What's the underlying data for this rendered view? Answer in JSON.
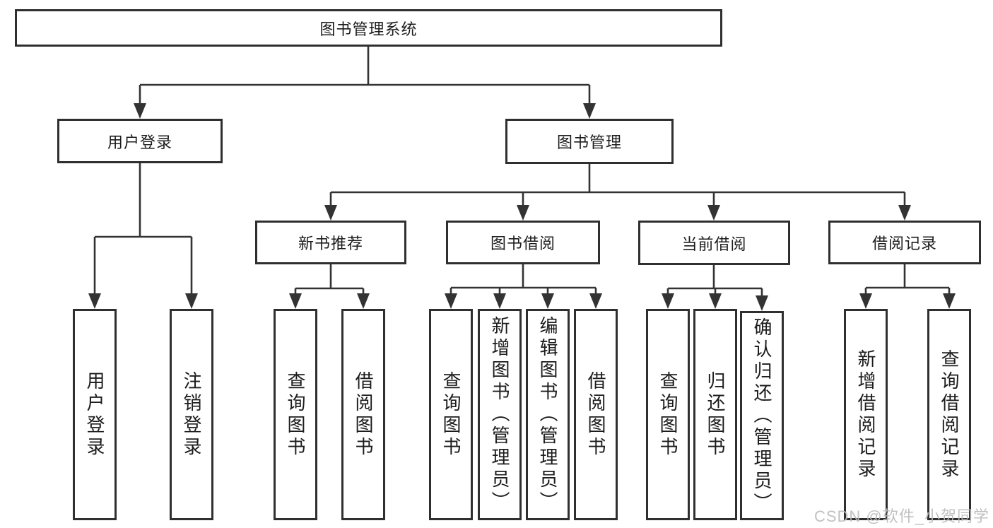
{
  "diagram": {
    "root": {
      "label": "图书管理系统"
    },
    "branches": [
      {
        "label": "用户登录",
        "children": [
          {
            "label": "用户登录"
          },
          {
            "label": "注销登录"
          }
        ]
      },
      {
        "label": "图书管理",
        "children": [
          {
            "label": "新书推荐",
            "children": [
              {
                "label": "查询图书"
              },
              {
                "label": "借阅图书"
              }
            ]
          },
          {
            "label": "图书借阅",
            "children": [
              {
                "label": "查询图书"
              },
              {
                "label": "新增图书（管理员）"
              },
              {
                "label": "编辑图书（管理员）"
              },
              {
                "label": "借阅图书"
              }
            ]
          },
          {
            "label": "当前借阅",
            "children": [
              {
                "label": "查询图书"
              },
              {
                "label": "归还图书"
              },
              {
                "label": "确认归还（管理员）"
              }
            ]
          },
          {
            "label": "借阅记录",
            "children": [
              {
                "label": "新增借阅记录"
              },
              {
                "label": "查询借阅记录"
              }
            ]
          }
        ]
      }
    ]
  },
  "watermark": {
    "text": "CSDN @软件_小贺同学",
    "color": "#bcbcbc"
  },
  "colors": {
    "line": "#333333",
    "box_border": "#2f2f2f",
    "text": "#1c1c1c",
    "background": "#ffffff"
  }
}
